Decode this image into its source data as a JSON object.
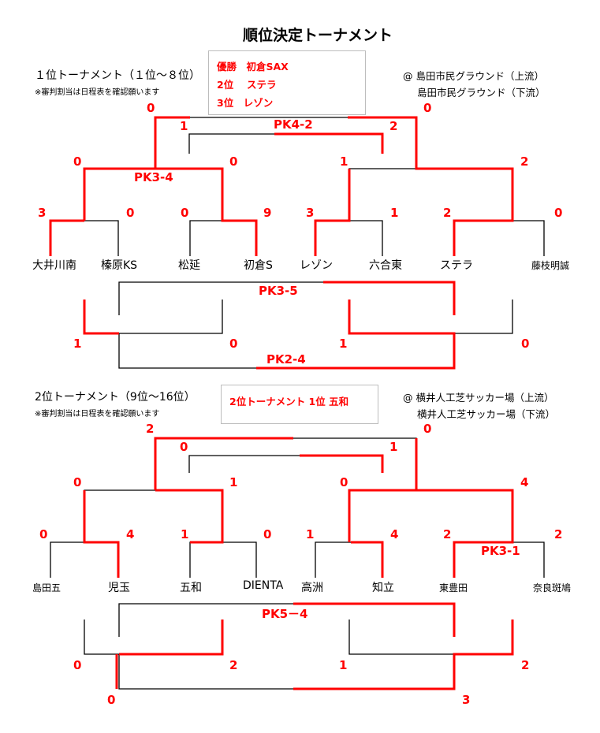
{
  "title": "順位決定トーナメント",
  "t1": {
    "heading": "１位トーナメント（１位～８位）",
    "note": "※審判割当は日程表を確認願います",
    "venues": [
      "@ 島田市民グラウンド（上流）",
      "島田市民グラウンド（下流）"
    ],
    "results": [
      "優勝　初倉SAX",
      "2位　 ステラ",
      "3位　レゾン"
    ],
    "teams": [
      "大井川南",
      "榛原KS",
      "松延",
      "初倉S",
      "レゾン",
      "六合東",
      "ステラ",
      "藤枝明誠"
    ],
    "scores": {
      "r1": [
        "3",
        "0",
        "0",
        "9",
        "3",
        "1",
        "2",
        "0"
      ],
      "r2": [
        "0",
        "0",
        "1",
        "2"
      ],
      "sf": [
        "1",
        "2"
      ],
      "final": [
        "0",
        "0"
      ],
      "lower": [
        "1",
        "0",
        "1",
        "0"
      ]
    },
    "pk": [
      "PK4-2",
      "PK3-4",
      "PK3-5",
      "PK2-4"
    ]
  },
  "t2": {
    "heading": "2位トーナメント（9位～16位）",
    "note": "※審判割当は日程表を確認願います",
    "venues": [
      "@ 横井人工芝サッカー場（上流）",
      "横井人工芝サッカー場（下流）"
    ],
    "results": [
      "2位トーナメント 1位 五和"
    ],
    "teams": [
      "島田五",
      "児玉",
      "五和",
      "DIENTA",
      "高洲",
      "知立",
      "東豊田",
      "奈良斑鳩"
    ],
    "scores": {
      "r1": [
        "0",
        "4",
        "1",
        "0",
        "1",
        "4",
        "2",
        "2"
      ],
      "r2": [
        "0",
        "1",
        "0",
        "4"
      ],
      "sf": [
        "0",
        "1"
      ],
      "final": [
        "2",
        "0"
      ],
      "lower": [
        "0",
        "2",
        "1",
        "2",
        "0",
        "3"
      ]
    },
    "pk": [
      "PK3-1",
      "PK5－4"
    ]
  },
  "colors": {
    "line": "#000000",
    "win": "#ff0000"
  }
}
